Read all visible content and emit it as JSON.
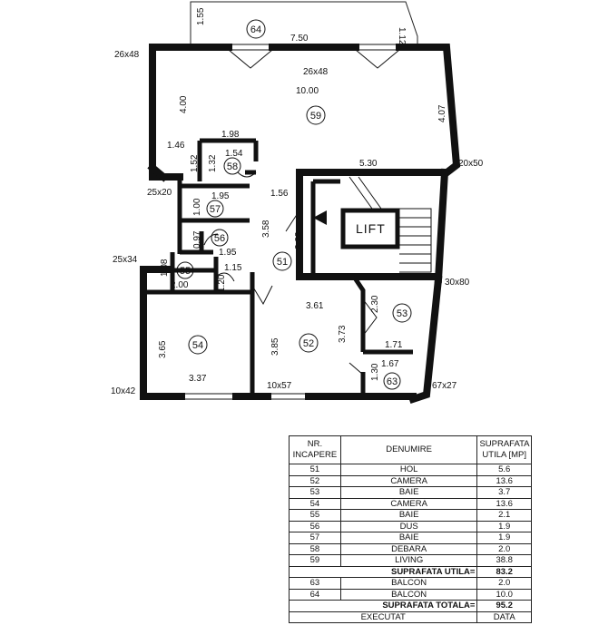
{
  "rooms": [
    {
      "number": "51",
      "name": "HOL",
      "area": "5.6"
    },
    {
      "number": "52",
      "name": "CAMERA",
      "area": "13.6"
    },
    {
      "number": "53",
      "name": "BAIE",
      "area": "3.7"
    },
    {
      "number": "54",
      "name": "CAMERA",
      "area": "13.6"
    },
    {
      "number": "55",
      "name": "BAIE",
      "area": "2.1"
    },
    {
      "number": "56",
      "name": "DUS",
      "area": "1.9"
    },
    {
      "number": "57",
      "name": "BAIE",
      "area": "1.9"
    },
    {
      "number": "58",
      "name": "DEBARA",
      "area": "2.0"
    },
    {
      "number": "59",
      "name": "LIVING",
      "area": "38.8"
    }
  ],
  "balconies": [
    {
      "number": "63",
      "name": "BALCON",
      "area": "2.0"
    },
    {
      "number": "64",
      "name": "BALCON",
      "area": "10.0"
    }
  ],
  "table": {
    "header_nr": "NR. INCAPERE",
    "header_name": "DENUMIRE",
    "header_area": "SUPRAFATA UTILA [MP]",
    "utila_label": "SUPRAFATA UTILA=",
    "utila_value": "83.2",
    "totala_label": "SUPRAFATA TOTALA=",
    "totala_value": "95.2",
    "executat_label": "EXECUTAT",
    "data_label": "DATA"
  },
  "lift_label": "LIFT",
  "dimensions": {
    "d_1_55": "1.55",
    "d_7_50": "7.50",
    "d_1_12": "1.12",
    "d_26x48_a": "26x48",
    "d_26x48_b": "26x48",
    "d_10_00": "10.00",
    "d_4_00": "4.00",
    "d_4_07": "4.07",
    "d_1_98": "1.98",
    "d_1_46": "1.46",
    "d_1_54": "1.54",
    "d_1_52": "1.52",
    "d_1_32": "1.32",
    "d_5_30": "5.30",
    "d_20x50": "20x50",
    "d_25x20": "25x20",
    "d_1_56": "1.56",
    "d_1_95_a": "1.95",
    "d_1_00": "1.00",
    "d_3_58": "3.58",
    "d_3_23": "3.23",
    "d_0_97": "0.97",
    "d_1_95_b": "1.95",
    "d_25x34": "25x34",
    "d_1_08": "1.08",
    "d_1_15": "1.15",
    "d_2_00": "2.00",
    "d_1_20": "1.20",
    "d_30x80": "30x80",
    "d_2_30": "2.30",
    "d_3_61": "3.61",
    "d_3_65": "3.65",
    "d_3_85": "3.85",
    "d_3_73": "3.73",
    "d_1_71": "1.71",
    "d_1_67": "1.67",
    "d_3_37": "3.37",
    "d_1_30": "1.30",
    "d_10x42": "10x42",
    "d_10x57": "10x57",
    "d_67x27": "67x27"
  }
}
